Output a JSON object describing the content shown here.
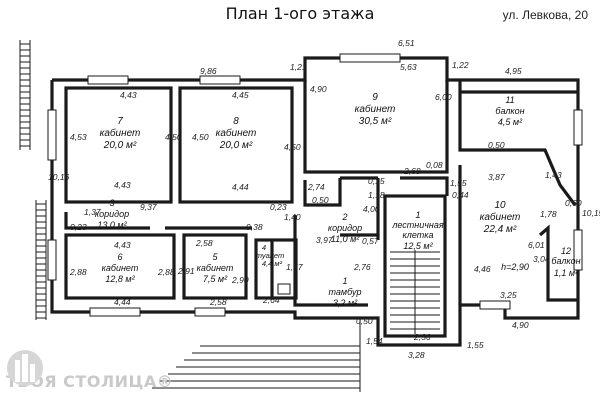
{
  "title": "План 1-ого этажа",
  "address": "ул. Левкова, 20",
  "logo_text": "ТВОЯ СТОЛИЦА®",
  "rooms": [
    {
      "num": "1",
      "name": "тамбур",
      "area": "3,2 м²"
    },
    {
      "num": "1",
      "name": "лестничная",
      "name2": "клетка",
      "area": "12,5 м²"
    },
    {
      "num": "2",
      "name": "коридор",
      "area": "11,0 м²"
    },
    {
      "num": "3",
      "name": "коридор",
      "area": "13,0 м²"
    },
    {
      "num": "4",
      "name": "туалет",
      "area": "4,4 м²"
    },
    {
      "num": "5",
      "name": "кабинет",
      "area": "7,5 м²"
    },
    {
      "num": "6",
      "name": "кабинет",
      "area": "12,8 м²"
    },
    {
      "num": "7",
      "name": "кабинет",
      "area": "20,0 м²"
    },
    {
      "num": "8",
      "name": "кабинет",
      "area": "20,0 м²"
    },
    {
      "num": "9",
      "name": "кабинет",
      "area": "30,5 м²"
    },
    {
      "num": "10",
      "name": "кабинет",
      "area": "22,4 м²",
      "extra": "h=2,90"
    },
    {
      "num": "11",
      "name": "балкон",
      "area": "4,5 м²"
    },
    {
      "num": "12",
      "name": "балкон",
      "area": "1,1 м²"
    }
  ],
  "dimensions": [
    "9,86",
    "6,51",
    "5,63",
    "1,22",
    "4,95",
    "1,21",
    "4,43",
    "4,45",
    "4,90",
    "6,00",
    "4,53",
    "4,50",
    "4,50",
    "4,50",
    "10,16",
    "4,43",
    "4,44",
    "9,37",
    "1,37",
    "2,88",
    "2,74",
    "0,15",
    "1,18",
    "0,08",
    "2,68",
    "1,55",
    "0,44",
    "3,87",
    "0,50",
    "1,43",
    "0,60",
    "10,15",
    "0,23",
    "0,23",
    "4,43",
    "2,58",
    "9,38",
    "1,40",
    "0,50",
    "4,00",
    "3,97",
    "0,57",
    "2,88",
    "2,91",
    "2,90",
    "1,57",
    "2,76",
    "4,46",
    "6,01",
    "3,04",
    "1,78",
    "4,44",
    "2,58",
    "2,64",
    "0,50",
    "3,25",
    "4,90",
    "1,54",
    "2,36",
    "1,55",
    "3,28"
  ]
}
